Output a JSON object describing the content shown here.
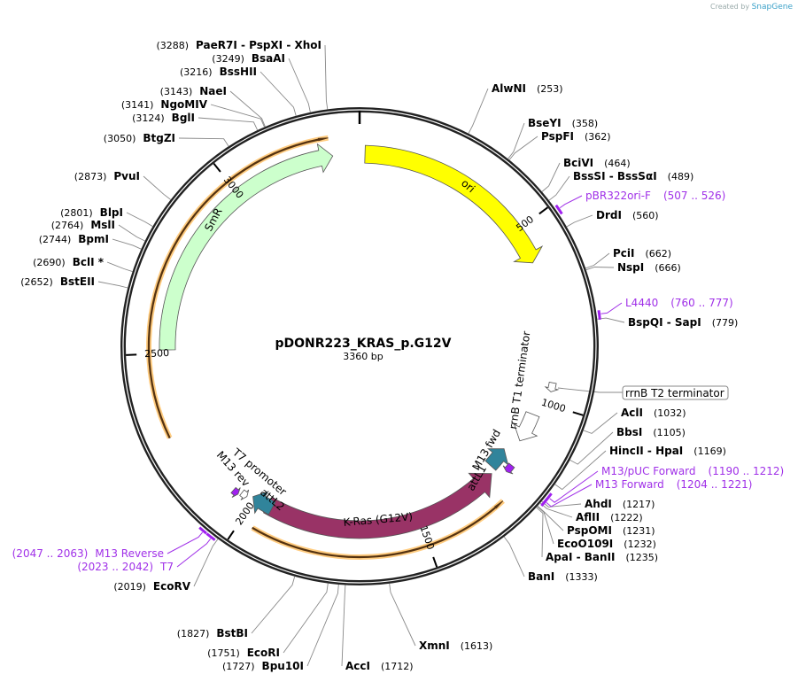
{
  "credit": {
    "prefix": "Created by",
    "brand": "SnapGene"
  },
  "plasmid": {
    "name": "pDONR223_KRAS_p.G12V",
    "length_label": "3360 bp",
    "length": 3360
  },
  "ticks": [
    "500",
    "1000",
    "1500",
    "2000",
    "2500",
    "3000"
  ],
  "sites": [
    {
      "name": "AlwNI",
      "pos": "(253)"
    },
    {
      "name": "BseYI",
      "pos": "(358)"
    },
    {
      "name": "PspFI",
      "pos": "(362)"
    },
    {
      "name": "BciVI",
      "pos": "(464)"
    },
    {
      "name": "BssSI  - BssSαI",
      "pos": "(489)"
    },
    {
      "name": "DrdI",
      "pos": "(560)"
    },
    {
      "name": "PciI",
      "pos": "(662)"
    },
    {
      "name": "NspI",
      "pos": "(666)"
    },
    {
      "name": "BspQI  - SapI",
      "pos": "(779)"
    },
    {
      "name": "AclI",
      "pos": "(1032)"
    },
    {
      "name": "BbsI",
      "pos": "(1105)"
    },
    {
      "name": "HincII  - HpaI",
      "pos": "(1169)"
    },
    {
      "name": "AhdI",
      "pos": "(1217)"
    },
    {
      "name": "AflII",
      "pos": "(1222)"
    },
    {
      "name": "PspOMI",
      "pos": "(1231)"
    },
    {
      "name": "EcoO109I",
      "pos": "(1232)"
    },
    {
      "name": "ApaI  - BanII",
      "pos": "(1235)"
    },
    {
      "name": "BanI",
      "pos": "(1333)"
    },
    {
      "name": "XmnI",
      "pos": "(1613)"
    },
    {
      "name": "AccI",
      "pos": "(1712)"
    },
    {
      "name": "Bpu10I",
      "pos": "(1727)"
    },
    {
      "name": "EcoRI",
      "pos": "(1751)"
    },
    {
      "name": "BstBI",
      "pos": "(1827)"
    },
    {
      "name": "EcoRV",
      "pos": "(2019)"
    },
    {
      "name": "BstEII",
      "pos": "(2652)"
    },
    {
      "name": "BclI *",
      "pos": "(2690)"
    },
    {
      "name": "BpmI",
      "pos": "(2744)"
    },
    {
      "name": "MslI",
      "pos": "(2764)"
    },
    {
      "name": "BlpI",
      "pos": "(2801)"
    },
    {
      "name": "PvuI",
      "pos": "(2873)"
    },
    {
      "name": "BtgZI",
      "pos": "(3050)"
    },
    {
      "name": "BglI",
      "pos": "(3124)"
    },
    {
      "name": "NgoMIV",
      "pos": "(3141)"
    },
    {
      "name": "NaeI",
      "pos": "(3143)"
    },
    {
      "name": "BssHII",
      "pos": "(3216)"
    },
    {
      "name": "BsaAI",
      "pos": "(3249)"
    },
    {
      "name": "PaeR7I  - PspXI  - XhoI",
      "pos": "(3288)"
    }
  ],
  "primers": [
    {
      "name": "pBR322ori-F",
      "range": "(507 .. 526)"
    },
    {
      "name": "L4440",
      "range": "(760 .. 777)"
    },
    {
      "name": "M13/pUC Forward",
      "range": "(1190 .. 1212)"
    },
    {
      "name": "M13 Forward",
      "range": "(1204 .. 1221)"
    },
    {
      "name": "M13 Reverse",
      "range": "(2047 .. 2063)"
    },
    {
      "name": "T7",
      "range": "(2023 .. 2042)"
    }
  ],
  "features": [
    {
      "name": "ori",
      "start": 15,
      "end": 600,
      "color": "#ffff00"
    },
    {
      "name": "SmR",
      "start": 2510,
      "end": 3285,
      "color": "#ccffcc"
    },
    {
      "name": "K-Ras (G12V)",
      "start": 1960,
      "end": 1250,
      "color": "#993366"
    },
    {
      "name": "attL1",
      "start": 1235,
      "end": 1170,
      "color": "#31849b"
    },
    {
      "name": "attL2",
      "start": 1945,
      "end": 2010,
      "color": "#31849b"
    },
    {
      "name": "M13 fwd",
      "start": 1195,
      "end": 1218,
      "color": "#a020f0"
    },
    {
      "name": "M13 rev",
      "start": 2065,
      "end": 2048,
      "color": "#a020f0"
    },
    {
      "name": "T7 promoter",
      "start": 2042,
      "end": 2024,
      "color": "#ffffff"
    },
    {
      "name": "rrnB T1 terminator",
      "start": 1040,
      "end": 1125,
      "color": "#ffffff"
    },
    {
      "name": "rrnB T2 terminator",
      "start": 940,
      "end": 965,
      "color": "#ffffff"
    }
  ],
  "orfs": [
    {
      "start": 2280,
      "end": 3280,
      "color": "#ffcc80"
    },
    {
      "start": 1965,
      "end": 1280,
      "color": "#ffcc80"
    }
  ]
}
